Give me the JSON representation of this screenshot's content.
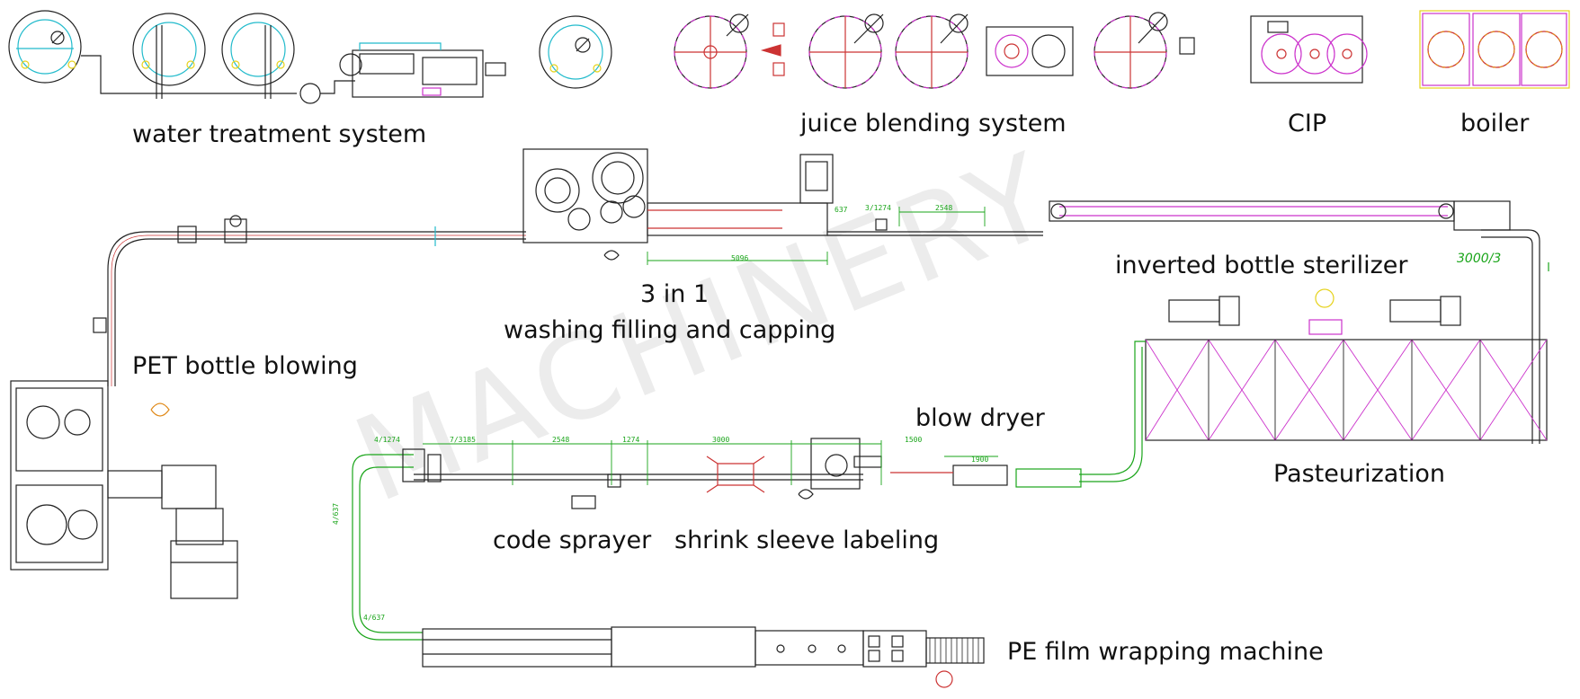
{
  "labels": {
    "water_treatment": "water treatment system",
    "juice_blending": "juice blending system",
    "cip": "CIP",
    "boiler": "boiler",
    "three_in_one_top": "3 in 1",
    "three_in_one_bottom": "washing filling and capping",
    "inverted_sterilizer": "inverted bottle sterilizer",
    "pet_blowing": "PET bottle blowing",
    "blow_dryer": "blow dryer",
    "pasteurization": "Pasteurization",
    "code_sprayer": "code sprayer",
    "shrink_sleeve": "shrink sleeve labeling",
    "pe_wrapping": "PE film wrapping machine"
  },
  "watermark": "MACHINERY",
  "speed_note": "3000/3",
  "dimensions": {
    "d1": "637",
    "d2": "3/1274",
    "d3": "2548",
    "d4": "5096",
    "d5": "4/1274",
    "d6": "7/3185",
    "d7": "2548",
    "d8": "1274",
    "d9": "3000",
    "d10": "1500",
    "d11": "1900",
    "d12": "4/637",
    "d13": "4/637"
  },
  "colors": {
    "line": "#222222",
    "conveyor_red": "#cc3333",
    "dimension_green": "#1aa51a",
    "magenta": "#cc33cc",
    "cyan": "#22bbcc",
    "yellow": "#e6d21a",
    "orange": "#e08a1a"
  }
}
